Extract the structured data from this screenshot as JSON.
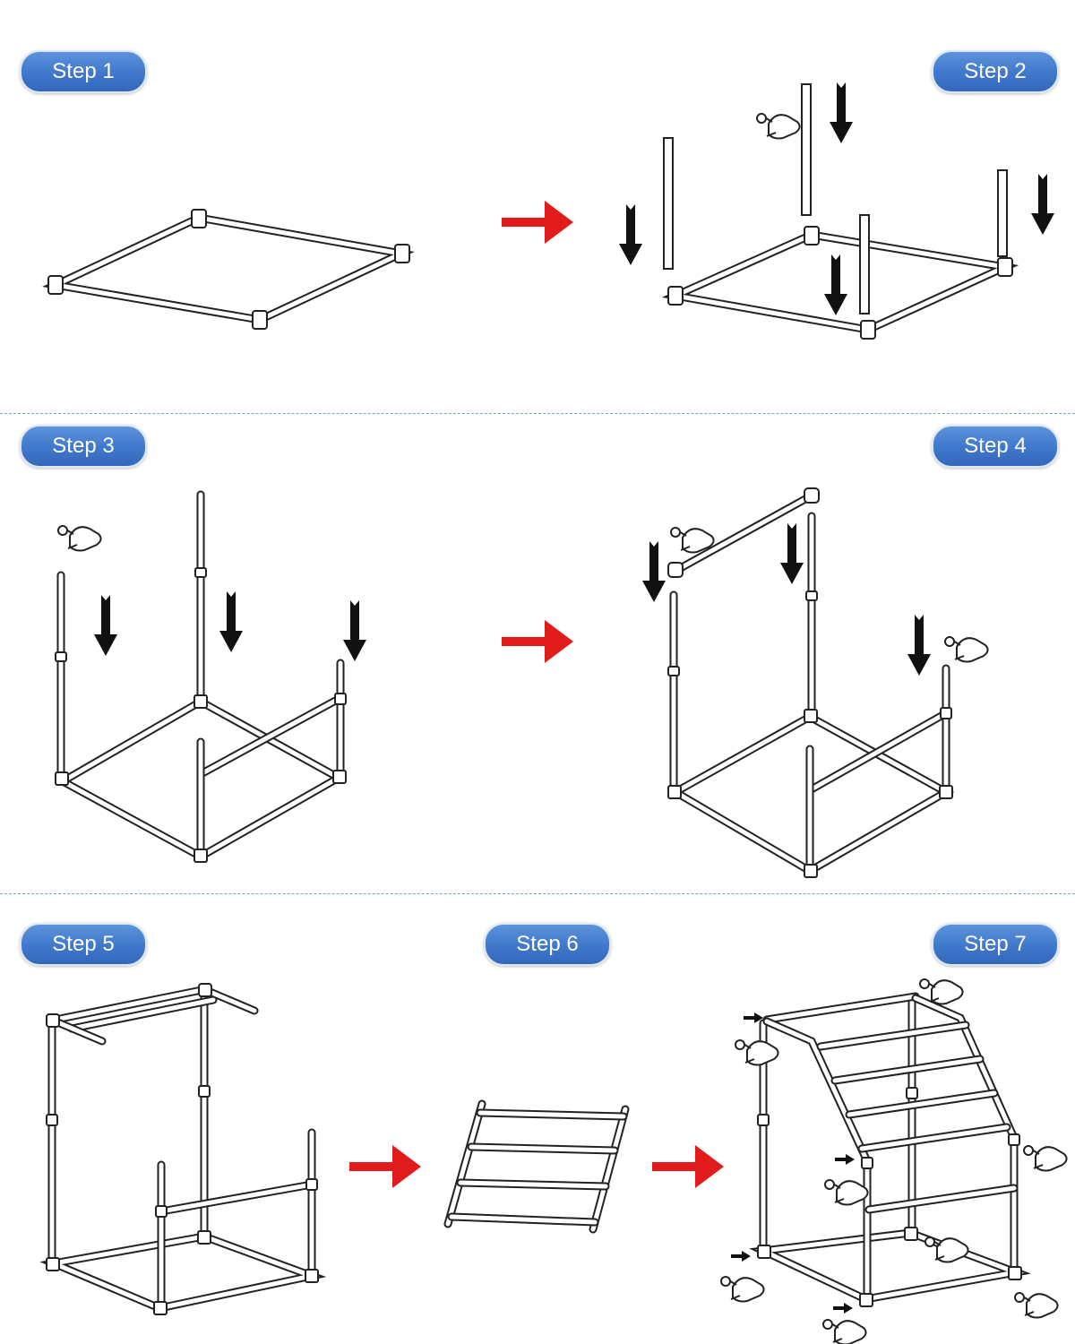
{
  "steps": [
    {
      "label": "Step 1"
    },
    {
      "label": "Step 2"
    },
    {
      "label": "Step 3"
    },
    {
      "label": "Step 4"
    },
    {
      "label": "Step 5"
    },
    {
      "label": "Step 6"
    },
    {
      "label": "Step 7"
    }
  ],
  "colors": {
    "badge": "#3f78cc",
    "badge_text": "#ffffff",
    "flow_arrow": "#e11b1b",
    "down_arrow": "#111111",
    "divider": "#7fa4b8"
  },
  "icons": [
    "flow-arrow-icon",
    "down-arrow-icon",
    "hand-icon"
  ]
}
